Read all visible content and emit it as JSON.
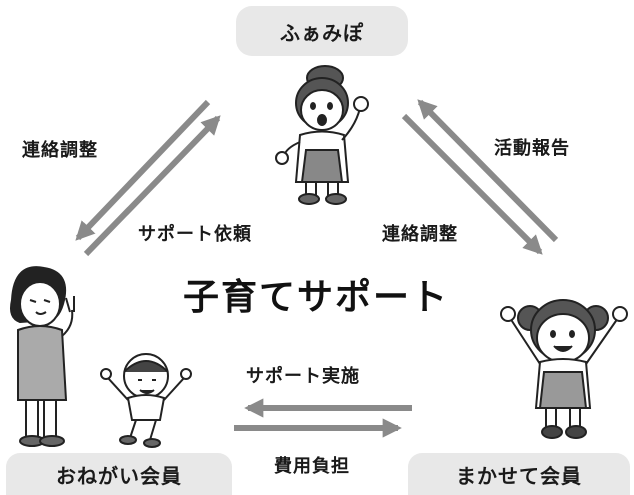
{
  "title": "子育てサポート",
  "nodes": {
    "top": "ふぁみぽ",
    "left": "おねがい会員",
    "right": "まかせて会員"
  },
  "edges": {
    "top_left_outer": "連絡調整",
    "top_left_inner": "サポート依頼",
    "top_right_inner": "連絡調整",
    "top_right_outer": "活動報告",
    "bottom_upper": "サポート実施",
    "bottom_lower": "費用負担"
  },
  "colors": {
    "arrow": "#8a8a8a",
    "node_bg": "#e8e8e8",
    "text": "#1a1a1a"
  }
}
